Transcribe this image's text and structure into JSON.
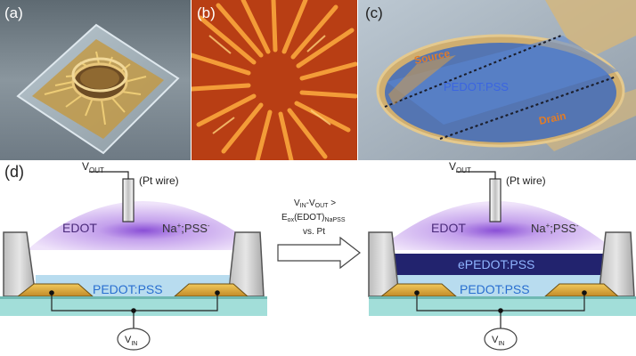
{
  "panel_a": {
    "label": "(a)"
  },
  "panel_b": {
    "label": "(b)"
  },
  "panel_c": {
    "label": "(c)",
    "source_label": "Source",
    "film_label": "PEDOT:PSS",
    "drain_label": "Drain"
  },
  "panel_d": {
    "label": "(d)",
    "left": {
      "vout_main": "V",
      "vout_sub": "OUT",
      "pt_wire": "(Pt wire)",
      "monomer": "EDOT",
      "salt_main": "Na",
      "salt_sup1": "+",
      "salt_mid": ";PSS",
      "salt_sup2": "-",
      "film": "PEDOT:PSS",
      "vin_main": "V",
      "vin_sub": "IN"
    },
    "arrow": {
      "line1_a": "V",
      "line1_a_sub": "IN",
      "line1_b": "-V",
      "line1_b_sub": "OUT",
      "line1_c": " >",
      "line2_a": "E",
      "line2_a_sub": "ox",
      "line2_b": "(EDOT)",
      "line2_b_sub": "NaPSS",
      "line3": "vs. Pt"
    },
    "right": {
      "vout_main": "V",
      "vout_sub": "OUT",
      "pt_wire": "(Pt wire)",
      "monomer": "EDOT",
      "salt_main": "Na",
      "salt_sup1": "+",
      "salt_mid": ";PSS",
      "salt_sup2": "-",
      "epedot": "ePEDOT:PSS",
      "film": "PEDOT:PSS",
      "vin_main": "V",
      "vin_sub": "IN"
    }
  },
  "colors": {
    "electrolyte": "#c9a8e6",
    "pedot_film": "#a8d2ea",
    "epedot": "#22236e",
    "gold": "#d8a93a",
    "substrate": "#9fded8"
  }
}
